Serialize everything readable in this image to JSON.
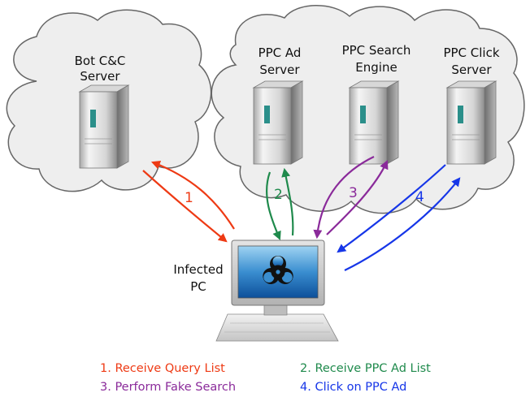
{
  "colors": {
    "step1": "#ee3a14",
    "step2": "#1f8a4c",
    "step3": "#8a2a9a",
    "step4": "#1636e8",
    "cloud_fill": "#eeeeee",
    "cloud_stroke": "#666666"
  },
  "nodes": {
    "bot_cc_line1": "Bot C&C",
    "bot_cc_line2": "Server",
    "ad_server_line1": "PPC Ad",
    "ad_server_line2": "Server",
    "search_engine_line1": "PPC Search",
    "search_engine_line2": "Engine",
    "click_server_line1": "PPC Click",
    "click_server_line2": "Server",
    "infected_line1": "Infected",
    "infected_line2": "PC"
  },
  "icons": {
    "server": "server-tower-icon",
    "pc": "computer-monitor-icon",
    "biohazard": "biohazard-icon"
  },
  "steps": {
    "s1": "1",
    "s2": "2",
    "s3": "3",
    "s4": "4"
  },
  "legend": {
    "l1": "1. Receive Query List",
    "l2": "2. Receive PPC Ad List",
    "l3": "3. Perform Fake Search",
    "l4": "4. Click on PPC Ad"
  }
}
